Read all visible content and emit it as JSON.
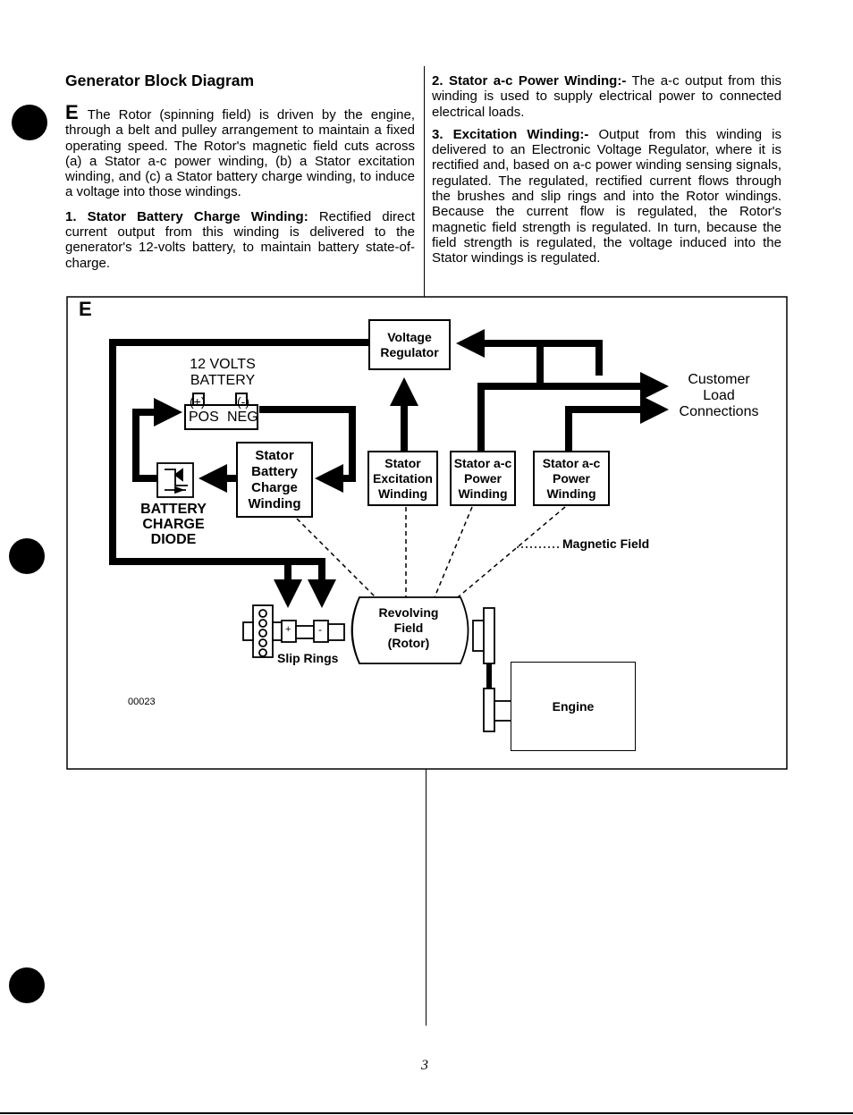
{
  "page": {
    "heading": "Generator Block Diagram",
    "page_number": "3",
    "left_column": {
      "intro_letter": "E",
      "intro_text": "The Rotor (spinning field) is driven by the engine, through a belt and pulley arrangement to maintain a fixed operating speed. The Rotor's magnetic field cuts across (a) a Stator a-c power winding, (b) a Stator excitation winding, and (c) a Stator battery charge winding, to induce a voltage into those windings.",
      "item1_title": "1. Stator Battery Charge Winding:",
      "item1_text": "Rectified direct current output from this winding is delivered to the generator's 12-volts battery, to maintain battery state-of-charge."
    },
    "right_column": {
      "item2_title": "2. Stator a-c Power Winding:-",
      "item2_text": "The a-c output from this winding is used to supply electrical power to connected electrical loads.",
      "item3_title": "3. Excitation Winding:-",
      "item3_text": "Output from this winding is delivered to an Electronic Voltage Regulator, where it is rectified and, based on a-c power winding sensing signals, regulated. The regulated, rectified current flows through the brushes and slip rings and into the Rotor windings. Because the current flow is regulated, the Rotor's magnetic field strength is regulated. In turn, because the field strength is regulated, the voltage induced into the Stator windings is regulated."
    }
  },
  "diagram": {
    "figure_letter": "E",
    "figure_code": "00023",
    "voltage_regulator": [
      "Voltage",
      "Regulator"
    ],
    "battery_title": [
      "12 VOLTS",
      "BATTERY"
    ],
    "battery_plus": "(+)",
    "battery_minus": "(-)",
    "battery_pos": "POS",
    "battery_neg": "NEG",
    "charge_winding": [
      "Stator",
      "Battery",
      "Charge",
      "Winding"
    ],
    "excitation_winding": [
      "Stator",
      "Excitation",
      "Winding"
    ],
    "power_winding_a": [
      "Stator a-c",
      "Power",
      "Winding"
    ],
    "power_winding_b": [
      "Stator a-c",
      "Power",
      "Winding"
    ],
    "diode_label": [
      "BATTERY",
      "CHARGE",
      "DIODE"
    ],
    "customer_load": [
      "Customer",
      "Load",
      "Connections"
    ],
    "magnetic_field": "Magnetic Field",
    "rotor": [
      "Revolving",
      "Field",
      "(Rotor)"
    ],
    "slip_rings": "Slip Rings",
    "slip_plus": "+",
    "slip_minus": "-",
    "engine": "Engine"
  }
}
